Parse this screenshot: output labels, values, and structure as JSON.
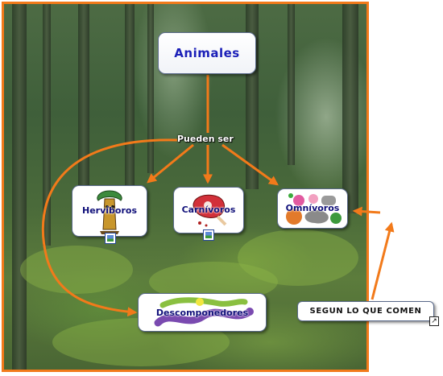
{
  "map": {
    "title": "Animales",
    "linking_phrase": "Pueden ser",
    "concepts": [
      {
        "label": "Hervíboros",
        "icon": "image-icon"
      },
      {
        "label": "Carnívoros",
        "icon": "image-icon"
      },
      {
        "label": "Omnívoros"
      },
      {
        "label": "Descomponedores"
      }
    ],
    "note": "SEGUN LO QUE COMEN",
    "colors": {
      "arrow": "#f27a1a",
      "border": "#f27a1a",
      "concept_text": "#10107a",
      "title_text": "#1b1fb8"
    }
  }
}
